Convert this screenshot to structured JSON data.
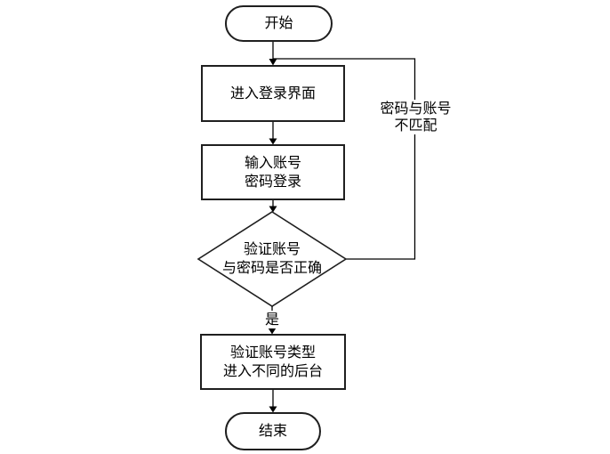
{
  "flowchart": {
    "nodes": {
      "start": "开始",
      "enter_login": "进入登录界面",
      "input_credentials": {
        "line1": "输入账号",
        "line2": "密码登录"
      },
      "verify_decision": {
        "line1": "验证账号",
        "line2": "与密码是否正确"
      },
      "verify_type": {
        "line1": "验证账号类型",
        "line2": "进入不同的后台"
      },
      "end": "结束"
    },
    "edge_labels": {
      "yes": "是",
      "mismatch": {
        "line1": "密码与账号",
        "line2": "不匹配"
      }
    },
    "colors": {
      "line": "#000000",
      "shape_border": "#1f1f1f",
      "shape_fill": "#ffffff",
      "background": "#ffffff",
      "text": "#000000"
    }
  }
}
